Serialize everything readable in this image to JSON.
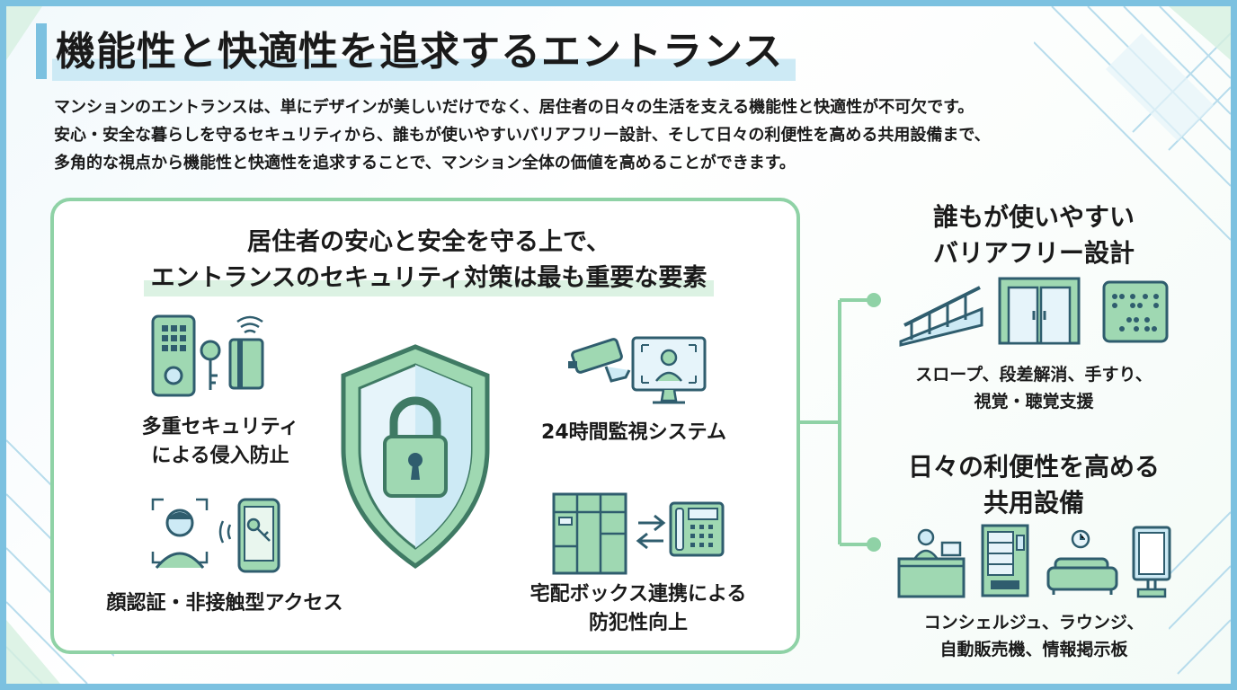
{
  "title": "機能性と快適性を追求するエントランス",
  "intro": {
    "line1": "マンションのエントランスは、単にデザインが美しいだけでなく、居住者の日々の生活を支える機能性と快適性が不可欠です。",
    "line2": "安心・安全な暮らしを守るセキュリティから、誰もが使いやすいバリアフリー設計、そして日々の利便性を高める共用設備まで、",
    "line3": "多角的な視点から機能性と快適性を追求することで、マンション全体の価値を高めることができます。"
  },
  "security": {
    "heading_line1": "居住者の安心と安全を守る上で、",
    "heading_line2": "エントランスのセキュリティ対策は最も重要な要素",
    "features": [
      {
        "line1": "多重セキュリティ",
        "line2": "による侵入防止",
        "icon": "keypad-key-card-icon"
      },
      {
        "line1": "24時間監視システム",
        "line2": "",
        "icon": "camera-monitor-icon"
      },
      {
        "line1": "顔認証・非接触型アクセス",
        "line2": "",
        "icon": "face-phone-key-icon"
      },
      {
        "line1": "宅配ボックス連携による",
        "line2": "防犯性向上",
        "icon": "locker-intercom-icon"
      }
    ],
    "center_icon": "shield-lock-icon"
  },
  "barrier_free": {
    "heading_line1": "誰もが使いやすい",
    "heading_line2": "バリアフリー設計",
    "sub_line1": "スロープ、段差解消、手すり、",
    "sub_line2": "視覚・聴覚支援",
    "icons": [
      "ramp-icon",
      "automatic-door-icon",
      "braille-icon"
    ]
  },
  "facilities": {
    "heading_line1": "日々の利便性を高める",
    "heading_line2": "共用設備",
    "sub_line1": "コンシェルジュ、ラウンジ、",
    "sub_line2": "自動販売機、情報掲示板",
    "icons": [
      "concierge-desk-icon",
      "vending-machine-icon",
      "lounge-sofa-icon",
      "bulletin-board-icon"
    ]
  },
  "colors": {
    "frame": "#7cc1e0",
    "green": "#8fd2a6",
    "green_dark": "#3f7a64",
    "blue_light": "#cdeaf5",
    "navy": "#2f5d6e"
  }
}
